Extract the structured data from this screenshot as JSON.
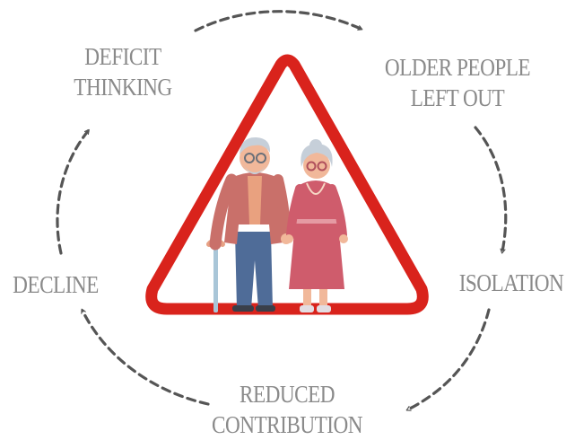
{
  "cycle": {
    "stages": [
      {
        "lines": [
          "DEFICIT",
          "THINKING"
        ]
      },
      {
        "lines": [
          "OLDER PEOPLE",
          "LEFT OUT"
        ]
      },
      {
        "lines": [
          "ISOLATION"
        ]
      },
      {
        "lines": [
          "REDUCED",
          "CONTRIBUTION"
        ]
      },
      {
        "lines": [
          "DECLINE"
        ]
      }
    ]
  },
  "colors": {
    "label_text": "#8a8a8a",
    "arrow": "#555555",
    "triangle_border": "#d9231c",
    "man_jacket": "#c9706a",
    "man_shirt": "#e9a17f",
    "man_trousers": "#4f6c98",
    "woman_dress": "#cf5c6c",
    "hair": "#c6cfd9",
    "skin": "#f1b89a",
    "cane": "#a9c6d8"
  },
  "icons": {
    "warning": "warning-triangle-icon",
    "couple": "elderly-couple-icon"
  }
}
